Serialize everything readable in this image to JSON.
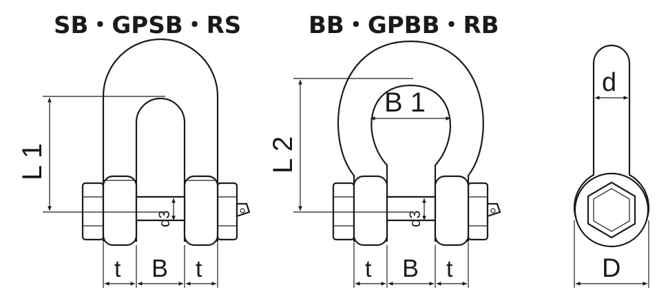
{
  "titles": {
    "left": "SB・GPSB・RS",
    "middle": "BB・GPBB・RB"
  },
  "labels": {
    "L1": "L 1",
    "L2": "L 2",
    "d3_left": "d3",
    "d3_mid": "d3",
    "B1": "B 1",
    "d": "d",
    "D": "D",
    "t_left_1": "t",
    "B_left": "B",
    "t_left_2": "t",
    "t_mid_1": "t",
    "B_mid": "B",
    "t_mid_2": "t"
  }
}
